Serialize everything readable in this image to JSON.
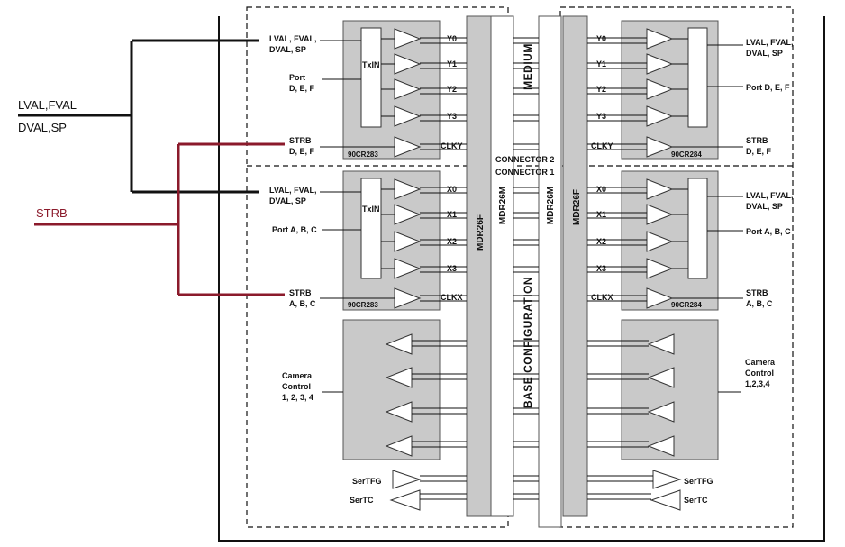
{
  "left_inputs": {
    "data_label_line1": "LVAL,FVAL",
    "data_label_line2": "DVAL,SP",
    "strobe_label": "STRB",
    "data_color": "#111111",
    "strobe_color": "#8b1a2b"
  },
  "connector_labels": {
    "connector2": "CONNECTOR 2",
    "connector1": "CONNECTOR 1",
    "medium": "MEDIUM",
    "base_configuration": "BASE CONFIGURATION",
    "mdr26f_left": "MDR26F",
    "mdr26m_left": "MDR26M",
    "mdr26m_right": "MDR26M",
    "mdr26f_right": "MDR26F"
  },
  "medium_block": {
    "tx_signals": {
      "line1": "LVAL, FVAL,",
      "line2": "DVAL, SP"
    },
    "tx_port": {
      "line1": "Port",
      "line2": "D, E, F"
    },
    "tx_strobe": {
      "line1": "STRB",
      "line2": "D, E, F"
    },
    "tx_inner": "TxIN",
    "tx_chip": "90CR283",
    "channels": [
      "Y0",
      "Y1",
      "Y2",
      "Y3"
    ],
    "clock": "CLKY",
    "rx_chip": "90CR284",
    "rx_signals": {
      "line1": "LVAL, FVAL,",
      "line2": "DVAL, SP"
    },
    "rx_port": "Port D, E, F",
    "rx_strobe": {
      "line1": "STRB",
      "line2": "D, E, F"
    }
  },
  "base_block": {
    "tx_signals": {
      "line1": "LVAL, FVAL,",
      "line2": "DVAL, SP"
    },
    "tx_port": "Port A, B, C",
    "tx_strobe": {
      "line1": "STRB",
      "line2": "A, B, C"
    },
    "tx_inner": "TxIN",
    "tx_chip": "90CR283",
    "channels": [
      "X0",
      "X1",
      "X2",
      "X3"
    ],
    "clock": "CLKX",
    "rx_chip": "90CR284",
    "rx_signals": {
      "line1": "LVAL, FVAL,",
      "line2": "DVAL, SP"
    },
    "rx_port": "Port A, B, C",
    "rx_strobe": {
      "line1": "STRB",
      "line2": "A, B, C"
    }
  },
  "camera_control": {
    "left": {
      "line1": "Camera",
      "line2": "Control",
      "line3": "1, 2, 3, 4"
    },
    "right": {
      "line1": "Camera",
      "line2": "Control",
      "line3": "1,2,3,4"
    }
  },
  "serial": {
    "tfg_left": "SerTFG",
    "tc_left": "SerTC",
    "tfg_right": "SerTFG",
    "tc_right": "SerTC"
  }
}
